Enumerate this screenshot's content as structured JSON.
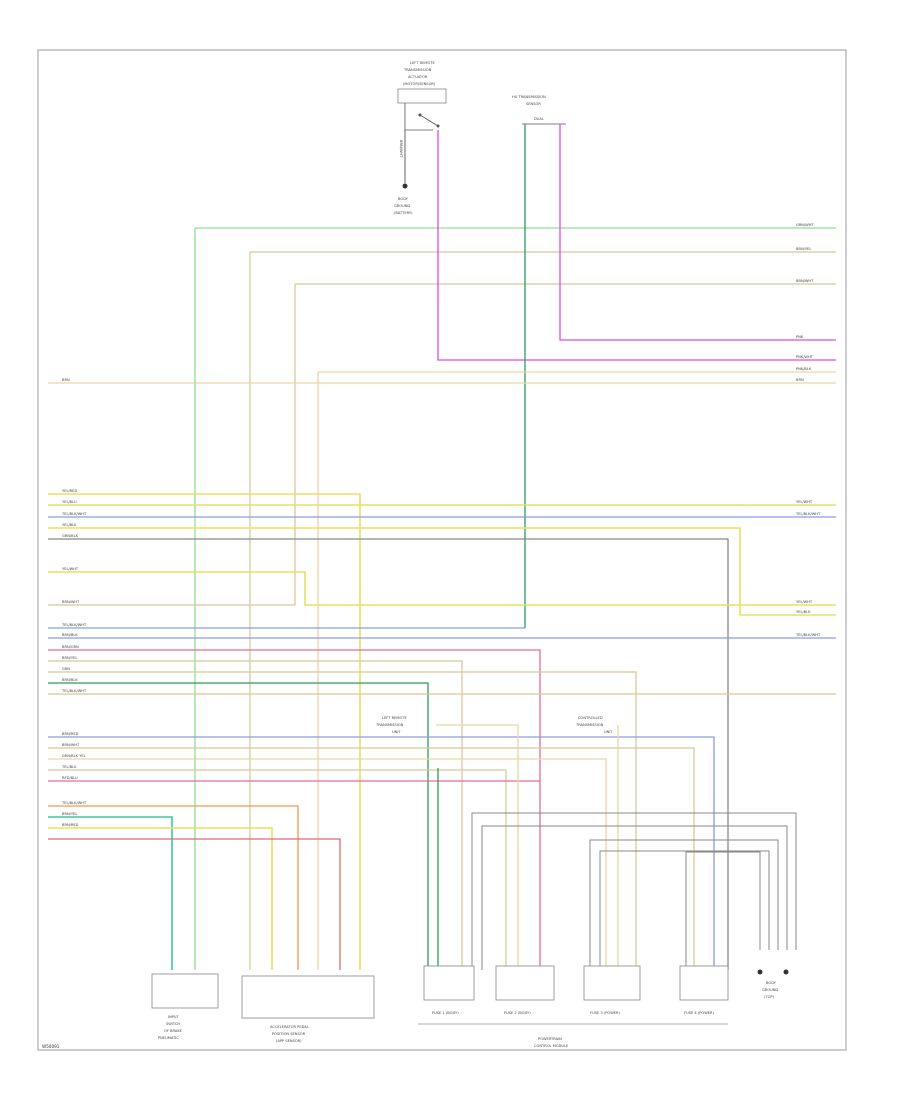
{
  "figure_id": "W50091",
  "components": {
    "top_switch": {
      "title_lines": [
        "LEFT REMOTE",
        "TRANSMISSION",
        "ACTUATOR",
        "(MOTOR/SENSOR)"
      ]
    },
    "top_ground": {
      "label_lines": [
        "BODY",
        "GROUND",
        "(BATTERY)"
      ]
    },
    "top_sensor": {
      "title_lines": [
        "HU TRANSMISSION",
        "SENSOR"
      ],
      "sub": "DUAL"
    },
    "left_module": {
      "title_lines": [
        "INPUT",
        "SWITCH",
        "OF BRAKE",
        "PNEUMATIC"
      ]
    },
    "mid_module": {
      "title_lines": [
        "ACCELERATOR PEDAL",
        "POSITION SENSOR",
        "(APP SENSOR)"
      ]
    },
    "mid_label_1": {
      "title_lines": [
        "LEFT REMOTE",
        "TRANSMISSION",
        "UNIT"
      ]
    },
    "mid_label_2": {
      "title_lines": [
        "CONTROLLED",
        "TRANSMISSION",
        "UNIT"
      ]
    },
    "right_ground": {
      "label_lines": [
        "BODY",
        "GROUND",
        "(TOP)"
      ]
    },
    "bottom_connectors": [
      "FUSE 1 (BODY)",
      "FUSE 2 (BODY)",
      "FUSE 3 (POWER)",
      "FUSE 4 (POWER)"
    ],
    "bottom_group_title": [
      "POWERTRAIN",
      "CONTROL MODULE"
    ]
  },
  "right_wire_labels": [
    "GRN/WHT",
    "BRN/YEL",
    "BRN/WHT",
    "PNK",
    "PNK/WHT",
    "PNK/BLK",
    "BRN",
    "YEL/WHT",
    "TEL/BLK/WHT",
    "YEL/WHT",
    "YEL/BLK",
    "TEL/BLK/WHT"
  ],
  "left_wire_labels": [
    "BRN",
    "YEL/RED",
    "YEL/BLU",
    "TEL/BLK/WHT",
    "YEL/BLK",
    "GRN/BLK",
    "YEL/WHT",
    "BRN/WHT",
    "TEL/BLK/WHT",
    "BRN/BLK",
    "BRN/GRN",
    "BRN/YEL",
    "GRN",
    "BRN/BLK",
    "TEL/BLK/WHT",
    "BRN/RED",
    "BRN/WHT",
    "GRN/BLK YEL",
    "TEL/BLK",
    "RED/BLU",
    "TEL/BLK/WHT",
    "BRN/YEL",
    "BRN/RED"
  ],
  "colors": {
    "green": "#6fd66f",
    "lightgreen": "#8fe08f",
    "tan": "#d9c89a",
    "beige": "#e6d6a8",
    "magenta": "#e04be0",
    "yellow": "#e8e060",
    "blue": "#8a9ce8",
    "darkgreen": "#2f9a5a",
    "gray": "#888888",
    "red": "#e06a6a",
    "orange": "#ee9a4a",
    "pink": "#e66a9a",
    "teal": "#3fc7a0"
  }
}
